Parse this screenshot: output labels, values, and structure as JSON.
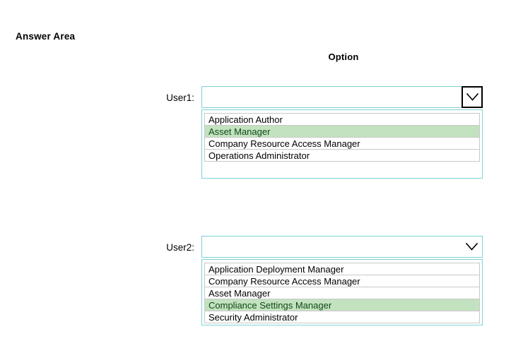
{
  "page": {
    "heading": "Answer Area",
    "column_header": "Option"
  },
  "colors": {
    "combobox_border": "#7FD2D6",
    "panel_border": "#7FD2D6",
    "list_border": "#C9C9C9",
    "highlight_background": "#C3E2C0",
    "highlight_text": "#0F4A14",
    "focus_outline": "#000000",
    "text": "#000000",
    "background": "#FFFFFF"
  },
  "dropdowns": [
    {
      "label": "User1:",
      "value": "",
      "placeholder": "",
      "toggle_icon": "chevron-down-icon",
      "focused": true,
      "expanded": true,
      "options": [
        {
          "label": "Application Author",
          "selected": false
        },
        {
          "label": "Asset Manager",
          "selected": true
        },
        {
          "label": "Company Resource Access Manager",
          "selected": false
        },
        {
          "label": "Operations Administrator",
          "selected": false
        }
      ]
    },
    {
      "label": "User2:",
      "value": "",
      "placeholder": "",
      "toggle_icon": "chevron-down-icon",
      "focused": false,
      "expanded": true,
      "options": [
        {
          "label": "Application Deployment Manager",
          "selected": false
        },
        {
          "label": "Company Resource Access Manager",
          "selected": false
        },
        {
          "label": "Asset Manager",
          "selected": false
        },
        {
          "label": "Compliance Settings Manager",
          "selected": true
        },
        {
          "label": "Security Administrator",
          "selected": false
        }
      ]
    }
  ]
}
